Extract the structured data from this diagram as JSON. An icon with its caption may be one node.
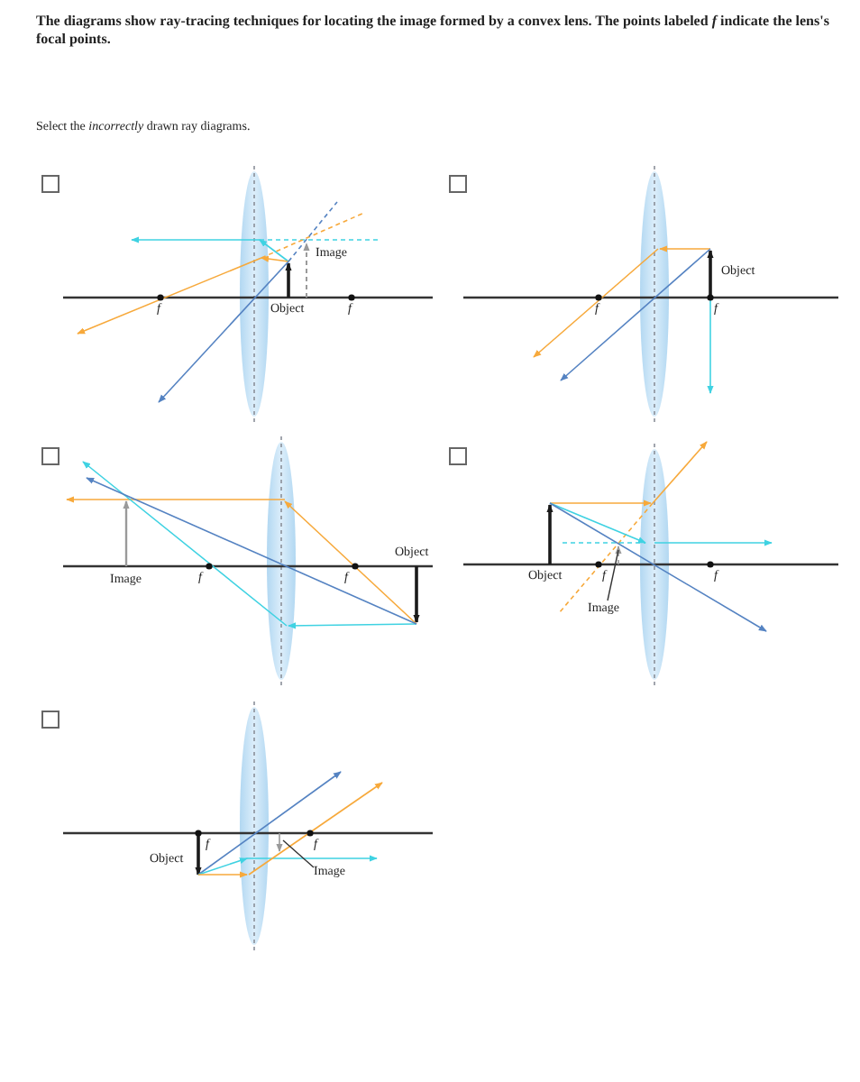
{
  "diagram": {
    "nodes": [
      {
        "text": [
          "Image"
        ]
      },
      {
        "text": [
          "Image"
        ]
      }
    ],
    "edges": [
      {
        "from": 0,
        "to": null,
        "arrow": "none"
      },
      {
        "from": 1,
        "to": null,
        "arrow": "none"
      }
    ],
    "labels": [
      "The diagrams show ray-tracing techniques for locating the image formed by a convex lens. The points labeled *f* indicate the lens's focal points.",
      "Select the *incorrectly* drawn ray diagrams.",
      "Image",
      "f",
      "Object",
      "f",
      "Object",
      "f",
      "f",
      "Object",
      "Image",
      "f",
      "f",
      "Object",
      "f",
      "f",
      "f",
      "Object",
      "f"
    ]
  }
}
